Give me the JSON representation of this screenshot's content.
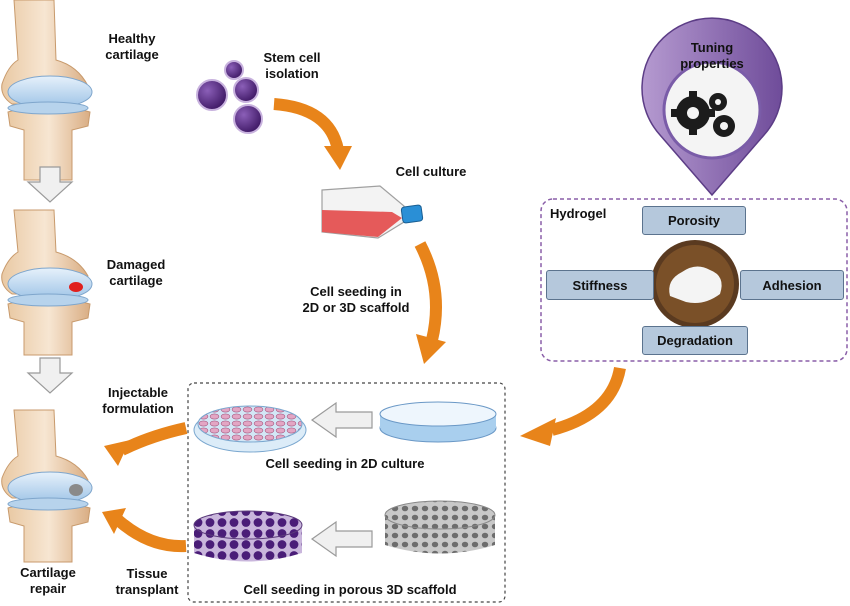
{
  "knee": {
    "healthy": "Healthy\ncartilage",
    "damaged": "Damaged\ncartilage",
    "repair": "Cartilage\nrepair"
  },
  "steps": {
    "stem_cell": "Stem cell\nisolation",
    "culture": "Cell culture",
    "seeding": "Cell seeding in\n2D or 3D scaffold"
  },
  "tuning": "Tuning\nproperties",
  "hydrogel": {
    "title": "Hydrogel",
    "porosity": "Porosity",
    "stiffness": "Stiffness",
    "adhesion": "Adhesion",
    "degradation": "Degradation"
  },
  "methods": {
    "injectable": "Injectable\nformulation",
    "transplant": "Tissue\ntransplant",
    "culture_2d": "Cell seeding in 2D culture",
    "scaffold_3d": "Cell seeding in porous 3D scaffold"
  },
  "colors": {
    "arrow_orange": "#e8841a",
    "cell_purple": "#5b2a86",
    "box_blue": "#b5c8dc",
    "hydrogel_border": "#8a5ea8",
    "damage_red": "#e0201e"
  }
}
